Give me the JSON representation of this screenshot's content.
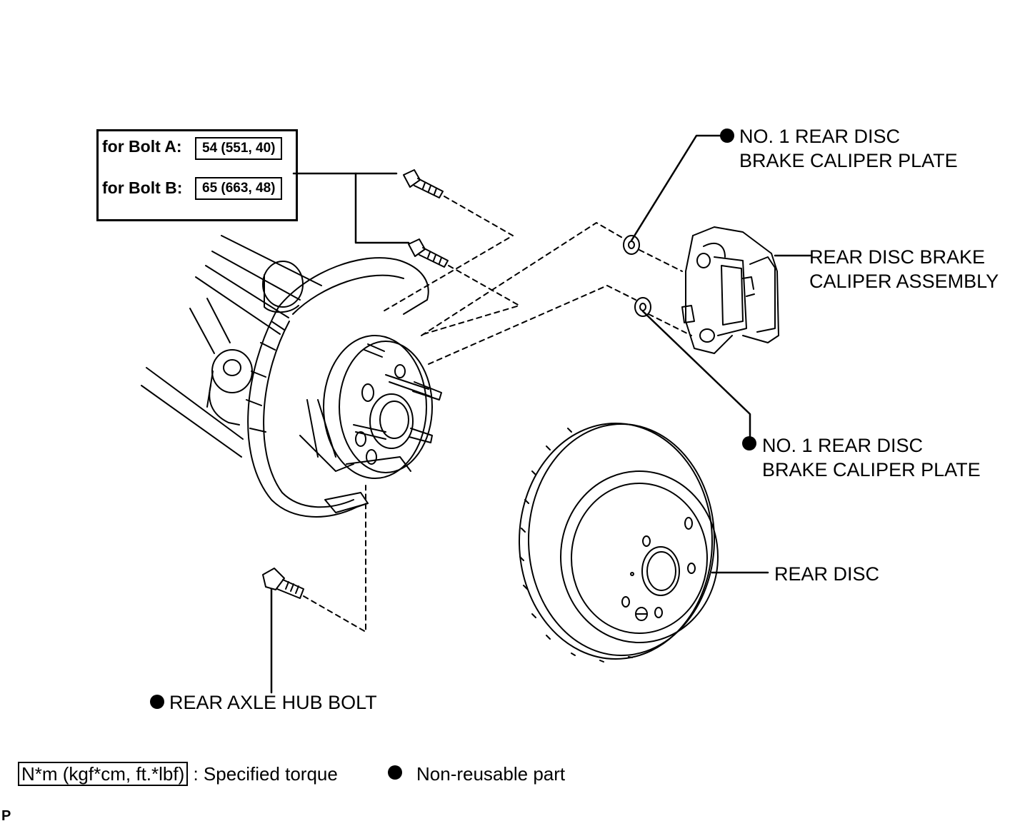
{
  "torque_table": {
    "bolt_a_label": "for Bolt A:",
    "bolt_a_value": "54 (551, 40)",
    "bolt_b_label": "for Bolt B:",
    "bolt_b_value": "65 (663, 48)"
  },
  "parts": {
    "caliper_plate_upper_line1": "NO. 1 REAR DISC",
    "caliper_plate_upper_line2": "BRAKE CALIPER PLATE",
    "caliper_assembly_line1": "REAR DISC BRAKE",
    "caliper_assembly_line2": "CALIPER ASSEMBLY",
    "caliper_plate_lower_line1": "NO. 1 REAR DISC",
    "caliper_plate_lower_line2": "BRAKE CALIPER PLATE",
    "rear_disc": "REAR DISC",
    "hub_bolt": "REAR AXLE HUB BOLT"
  },
  "legend": {
    "unit_box": "N*m (kgf*cm, ft.*lbf)",
    "unit_desc": ": Specified torque",
    "non_reusable": "Non-reusable part"
  },
  "corner_mark": "P"
}
